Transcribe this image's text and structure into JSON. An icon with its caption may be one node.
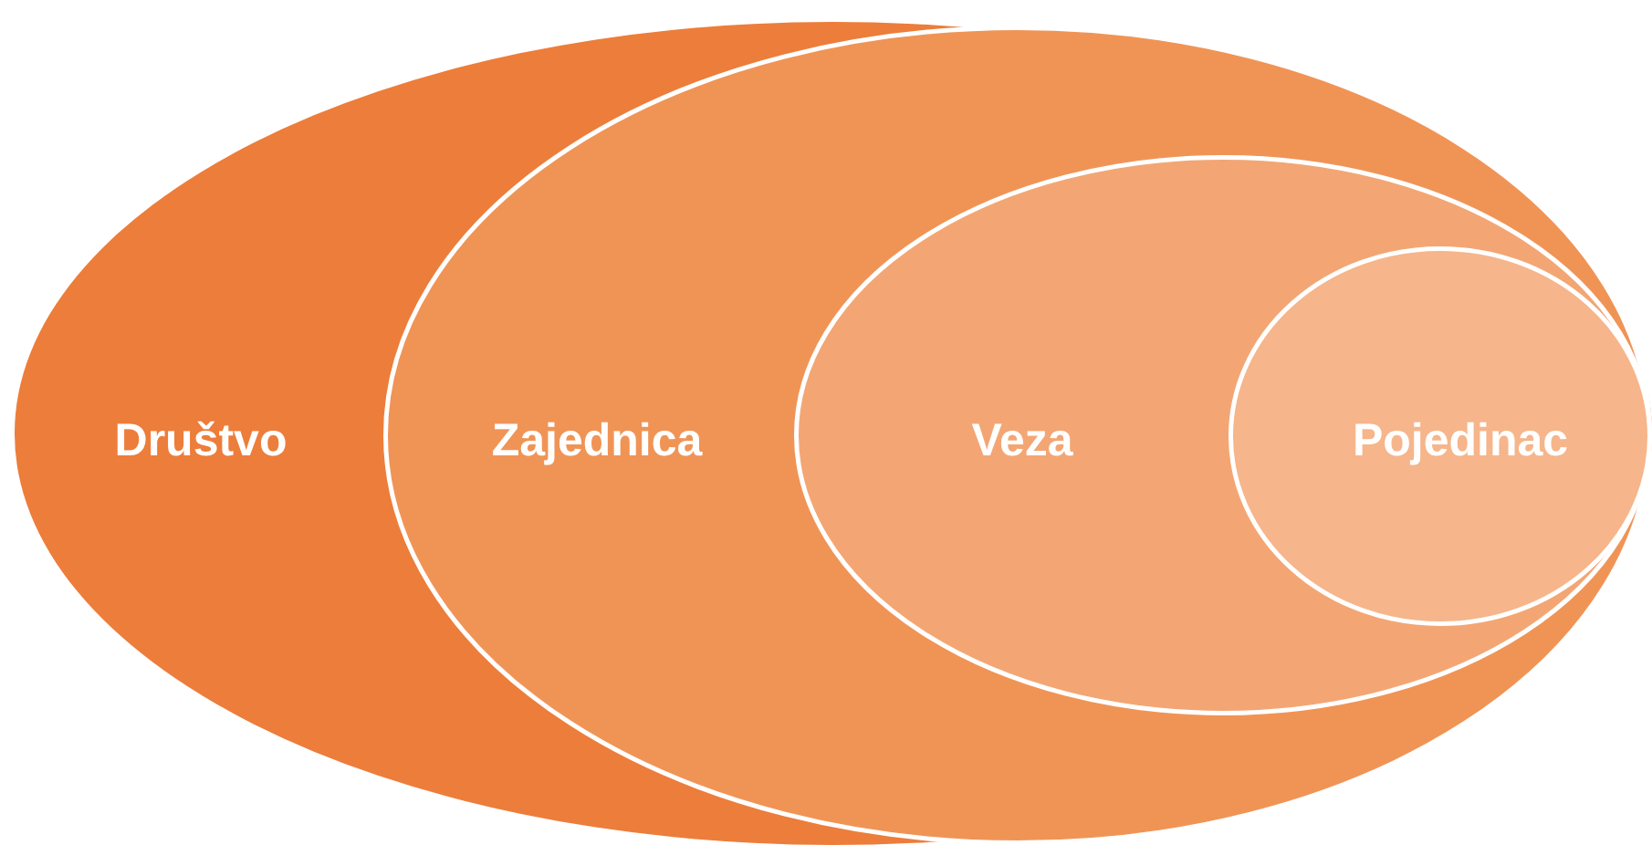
{
  "diagram": {
    "nodes": [
      {
        "text": [
          "Društvo"
        ]
      },
      {
        "text": [
          "Zajednica"
        ],
        "in": 0
      },
      {
        "text": [
          "Veza"
        ],
        "in": 1
      },
      {
        "text": [
          "Pojedinac"
        ],
        "in": 2
      }
    ]
  }
}
